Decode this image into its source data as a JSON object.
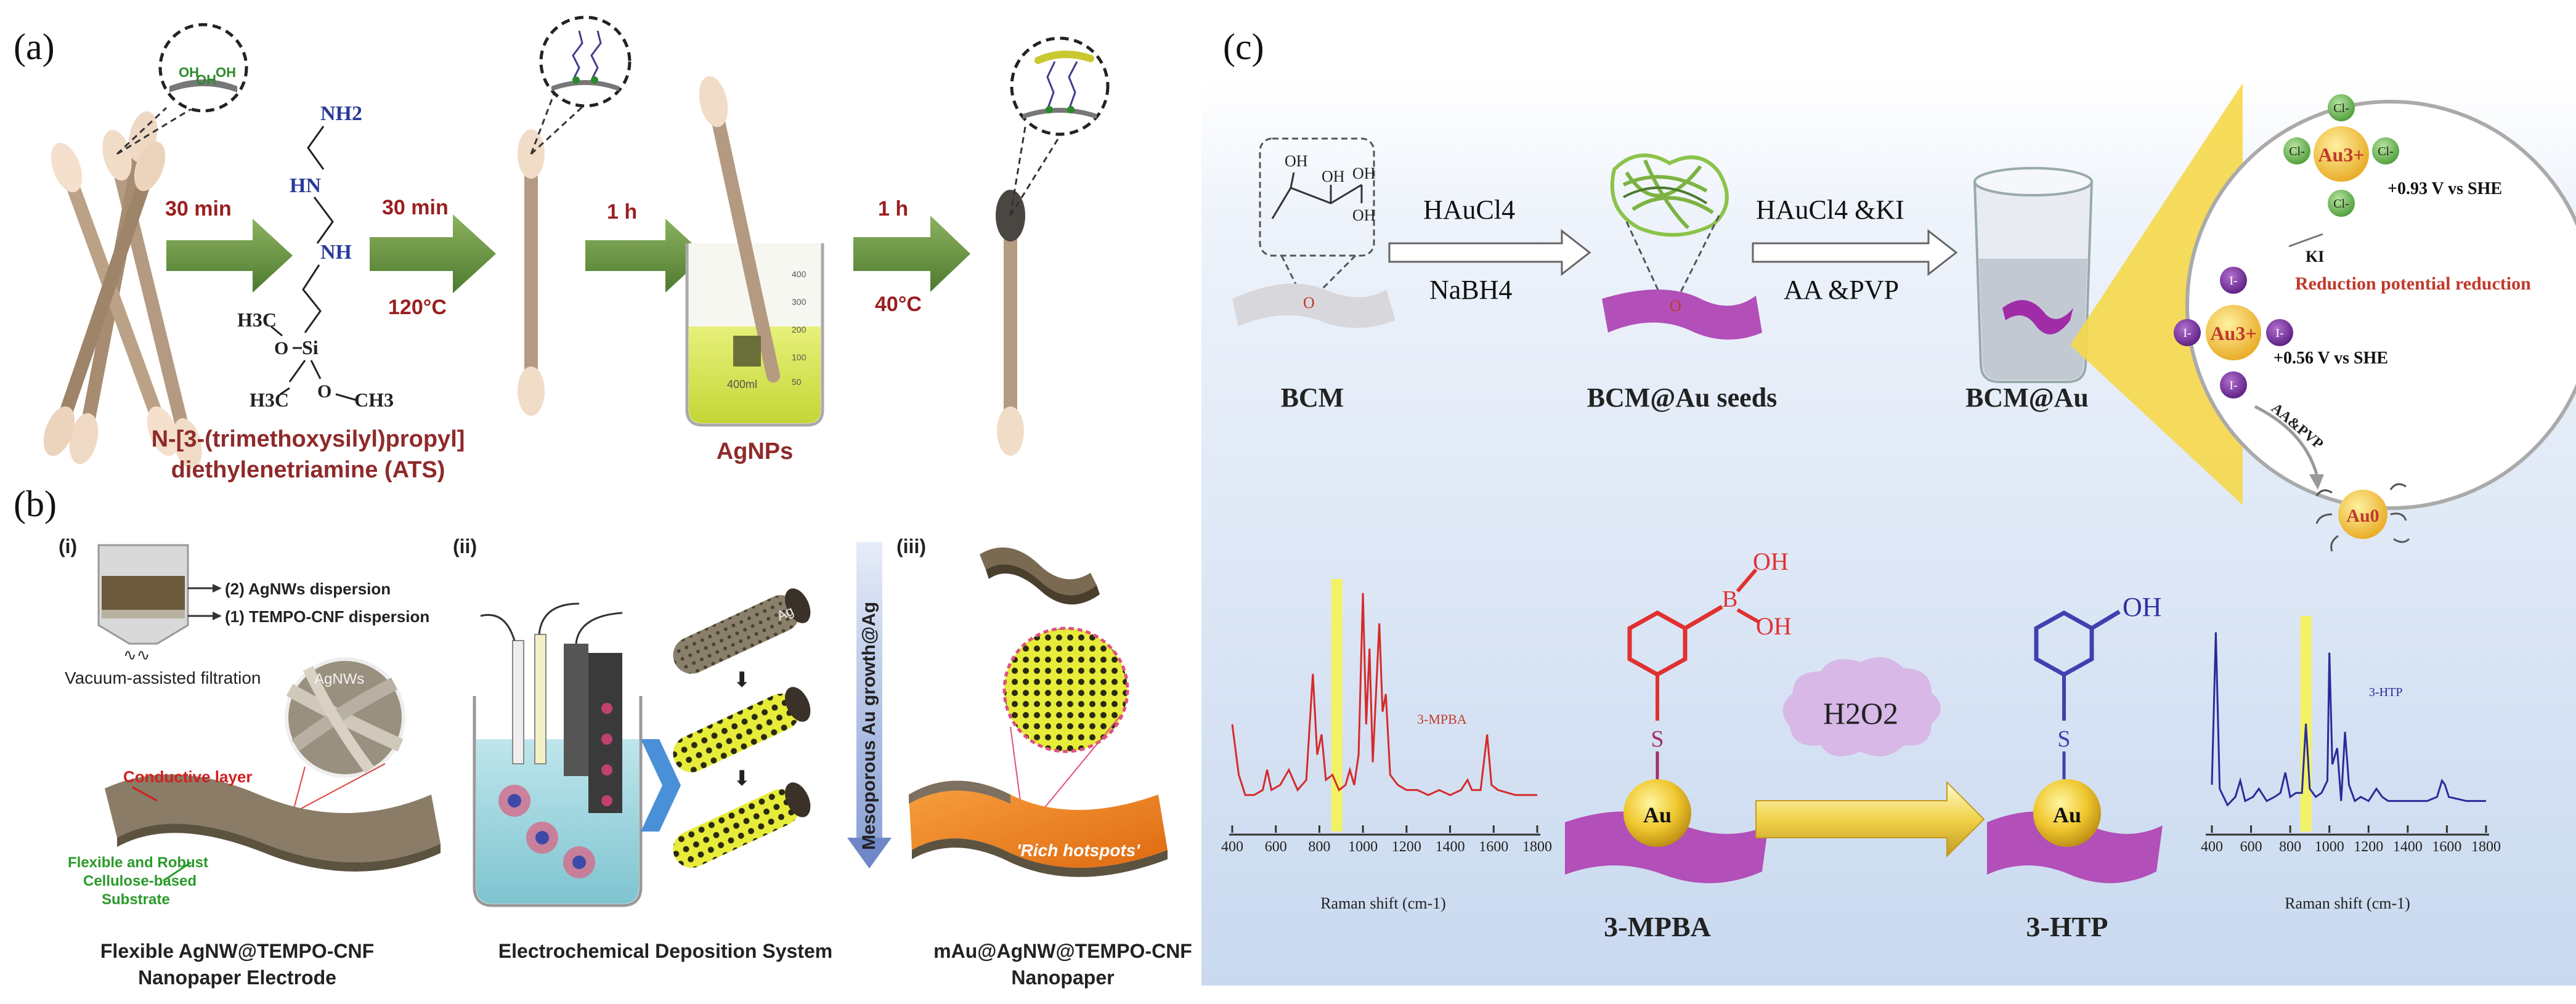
{
  "panel_a": {
    "label": "(a)",
    "steps": [
      "30 min",
      "30 min",
      "120°C",
      "1 h",
      "1 h",
      "40°C"
    ],
    "molecule": {
      "nh2": "NH2",
      "hn": "HN",
      "nh": "NH",
      "h3c_top": "H3C",
      "si": "Si",
      "o": "O",
      "h3c_left": "H3C",
      "ch3": "CH3"
    },
    "caption_line1": "N-[3-(trimethoxysilyl)propyl]",
    "caption_line2": "diethylenetriamine (ATS)",
    "agnps": "AgNPs",
    "beaker_marks": [
      "400",
      "300",
      "200",
      "100",
      "50"
    ],
    "beaker_volume": "400ml"
  },
  "panel_b": {
    "label": "(b)",
    "sub_i": "(i)",
    "sub_ii": "(ii)",
    "sub_iii": "(iii)",
    "dispersion2": "(2) AgNWs dispersion",
    "dispersion1": "(1) TEMPO-CNF dispersion",
    "vacuum": "Vacuum-assisted filtration",
    "agnws": "AgNWs",
    "conductive": "Conductive layer",
    "substrate_l1": "Flexible and Robust",
    "substrate_l2": "Cellulose-based",
    "substrate_l3": "Substrate",
    "caption_i_l1": "Flexible AgNW@TEMPO-CNF",
    "caption_i_l2": "Nanopaper Electrode",
    "caption_ii": "Electrochemical Deposition System",
    "ag_tag": "Ag",
    "growth": "Mesoporous Au growth@Ag",
    "hotspots": "'Rich hotspots'",
    "caption_iii_l1": "mAu@AgNW@TEMPO-CNF",
    "caption_iii_l2": "Nanopaper"
  },
  "panel_c": {
    "label": "(c)",
    "oh": "OH",
    "o": "O",
    "hauc14": "HAuCl4",
    "nabh4": "NaBH4",
    "hauc14_ki": "HAuCl4 &KI",
    "aa_pvp": "AA &PVP",
    "bcm": "BCM",
    "bcm_seeds": "BCM@Au seeds",
    "bcm_au": "BCM@Au",
    "cl": "Cl-",
    "au3": "Au3+",
    "potential1": "+0.93 V vs SHE",
    "ki": "KI",
    "i_minus": "I-",
    "reduction": "Reduction potential reduction",
    "potential2": "+0.56 V vs SHE",
    "aapvp_arrow": "AA&PVP",
    "au0": "Au0",
    "s": "S",
    "b": "B",
    "au": "Au",
    "h2o2": "H2O2",
    "mpba": "3-MPBA",
    "htp": "3-HTP",
    "raman_xlabel": "Raman shift (cm-1)"
  },
  "chart_data": [
    {
      "type": "line",
      "title": "3-MPBA",
      "xlabel": "Raman shift (cm-1)",
      "xlim": [
        400,
        1800
      ],
      "x_ticks": [
        400,
        600,
        800,
        1000,
        1200,
        1400,
        1600,
        1800
      ],
      "highlight_x": 880,
      "points": [
        [
          400,
          40
        ],
        [
          430,
          20
        ],
        [
          460,
          12
        ],
        [
          500,
          12
        ],
        [
          540,
          14
        ],
        [
          560,
          22
        ],
        [
          580,
          14
        ],
        [
          620,
          16
        ],
        [
          660,
          22
        ],
        [
          700,
          14
        ],
        [
          740,
          18
        ],
        [
          770,
          60
        ],
        [
          790,
          28
        ],
        [
          810,
          36
        ],
        [
          830,
          18
        ],
        [
          860,
          20
        ],
        [
          890,
          14
        ],
        [
          920,
          16
        ],
        [
          940,
          22
        ],
        [
          960,
          16
        ],
        [
          980,
          28
        ],
        [
          1000,
          92
        ],
        [
          1015,
          40
        ],
        [
          1030,
          70
        ],
        [
          1045,
          25
        ],
        [
          1075,
          80
        ],
        [
          1090,
          45
        ],
        [
          1105,
          52
        ],
        [
          1125,
          20
        ],
        [
          1160,
          16
        ],
        [
          1200,
          14
        ],
        [
          1250,
          14
        ],
        [
          1300,
          12
        ],
        [
          1350,
          14
        ],
        [
          1400,
          12
        ],
        [
          1450,
          14
        ],
        [
          1480,
          18
        ],
        [
          1500,
          14
        ],
        [
          1540,
          14
        ],
        [
          1570,
          36
        ],
        [
          1590,
          16
        ],
        [
          1620,
          14
        ],
        [
          1700,
          12
        ],
        [
          1800,
          12
        ]
      ]
    },
    {
      "type": "line",
      "title": "3-HTP",
      "xlabel": "Raman shift (cm-1)",
      "xlim": [
        400,
        1800
      ],
      "x_ticks": [
        400,
        600,
        800,
        1000,
        1200,
        1400,
        1600,
        1800
      ],
      "highlight_x": 880,
      "points": [
        [
          400,
          20
        ],
        [
          420,
          95
        ],
        [
          440,
          18
        ],
        [
          480,
          10
        ],
        [
          520,
          14
        ],
        [
          545,
          22
        ],
        [
          570,
          12
        ],
        [
          610,
          14
        ],
        [
          640,
          18
        ],
        [
          680,
          12
        ],
        [
          720,
          14
        ],
        [
          750,
          16
        ],
        [
          775,
          26
        ],
        [
          800,
          14
        ],
        [
          830,
          16
        ],
        [
          860,
          16
        ],
        [
          880,
          50
        ],
        [
          900,
          18
        ],
        [
          930,
          14
        ],
        [
          960,
          16
        ],
        [
          990,
          22
        ],
        [
          1000,
          85
        ],
        [
          1015,
          30
        ],
        [
          1040,
          38
        ],
        [
          1060,
          12
        ],
        [
          1080,
          46
        ],
        [
          1100,
          20
        ],
        [
          1130,
          12
        ],
        [
          1160,
          14
        ],
        [
          1200,
          12
        ],
        [
          1240,
          18
        ],
        [
          1270,
          14
        ],
        [
          1300,
          12
        ],
        [
          1350,
          12
        ],
        [
          1400,
          12
        ],
        [
          1450,
          12
        ],
        [
          1500,
          12
        ],
        [
          1550,
          14
        ],
        [
          1575,
          22
        ],
        [
          1590,
          20
        ],
        [
          1610,
          14
        ],
        [
          1700,
          12
        ],
        [
          1800,
          12
        ]
      ]
    }
  ]
}
